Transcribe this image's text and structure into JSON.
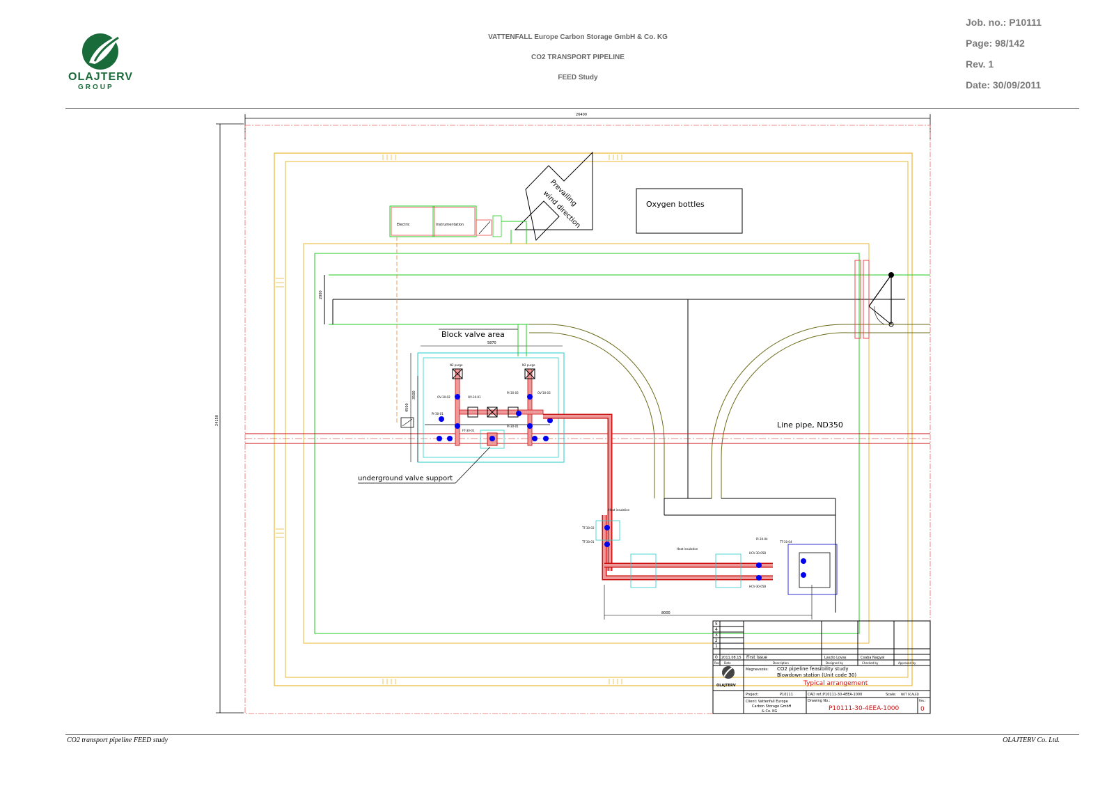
{
  "header": {
    "company_logo_name": "OLAJTERV",
    "company_logo_sub": "GROUP",
    "client_line": "VATTENFALL Europe Carbon Storage GmbH & Co. KG",
    "project_line": "CO2 TRANSPORT PIPELINE",
    "study_line": "FEED Study",
    "job_no": "Job. no.: P10111",
    "page": "Page:  98/142",
    "rev": "Rev.    1",
    "date": "Date: 30/09/2011"
  },
  "drawing": {
    "wind_label_1": "Prevailing",
    "wind_label_2": "wind direction",
    "oxygen_label": "Oxygen bottles",
    "electric_label": "Electric",
    "instrumentation_label": "Instrumentation",
    "block_valve_label": "Block valve area",
    "underground_label": "underground valve support",
    "line_pipe_label": "Line pipe, ND350",
    "heat_insulation_label": "Heat insulation",
    "n2_purge_label": "N2 purge",
    "dim_overall_width": "26400",
    "dim_overall_height": "24150",
    "dim_block_width": "5870",
    "dim_bottom": "8000",
    "dim_left_1": "3500",
    "dim_left_2": "4500",
    "dim_road": "2000",
    "tag_labels": [
      "OV-30-02",
      "OV-30-01",
      "OV-30-03",
      "PI-30-01",
      "PI-30-03",
      "FT-30-01",
      "PI-30-01",
      "TT-30-02",
      "TT-30-01",
      "PI-30-04",
      "TT-30-04",
      "HCV-30-05B",
      "HCV-30-05B"
    ]
  },
  "title_block": {
    "rev_rows": [
      "5",
      "4",
      "3",
      "2",
      "1"
    ],
    "rev0_num": "0",
    "rev0_date": "2011.08.15",
    "rev0_desc": "First issue",
    "rev0_designed": "Laszlo Lovas",
    "rev0_checked": "Csaba Nagyal",
    "col_rev": "Rev.",
    "col_date": "Date",
    "col_desc": "Description",
    "col_designed": "Designed by",
    "col_checked": "Checked by",
    "col_approved": "Approved by",
    "designation_label": "Megnevezés:",
    "title_line1": "CO2 pipeline feasibility study",
    "title_line2": "Blowdown station (Unit code 30)",
    "title_line3": "Typical arrangement",
    "logo_text": "OLAJTERV",
    "project_label": "Project:",
    "project_value": "P10111",
    "cad_ref": "CAD ref.:P10111-30-4EEA-1000",
    "scale_label": "Scale:",
    "scale_value": "NOT SCALED",
    "client_line1": "Client: Vattenfall Europe",
    "client_line2": "Carbon Storage GmbH",
    "client_line3": "& Co. KG",
    "drawing_no_label": "Drawing No.:",
    "drawing_no": "P10111-30-4EEA-1000",
    "rev_label": "Rev.:",
    "rev_value": "0"
  },
  "footer": {
    "left": "CO2 transport pipeline FEED study",
    "right": "OLAJTERV Co. Ltd."
  },
  "colors": {
    "logo_green": "#1a6b3a",
    "outer_boundary": "#e8b830",
    "fence_green": "#22cc22",
    "pipe_red": "#cc1111",
    "valve_blue": "#0000ee",
    "cyan_box": "#22cccc",
    "road_olive": "#6b6b1a"
  }
}
